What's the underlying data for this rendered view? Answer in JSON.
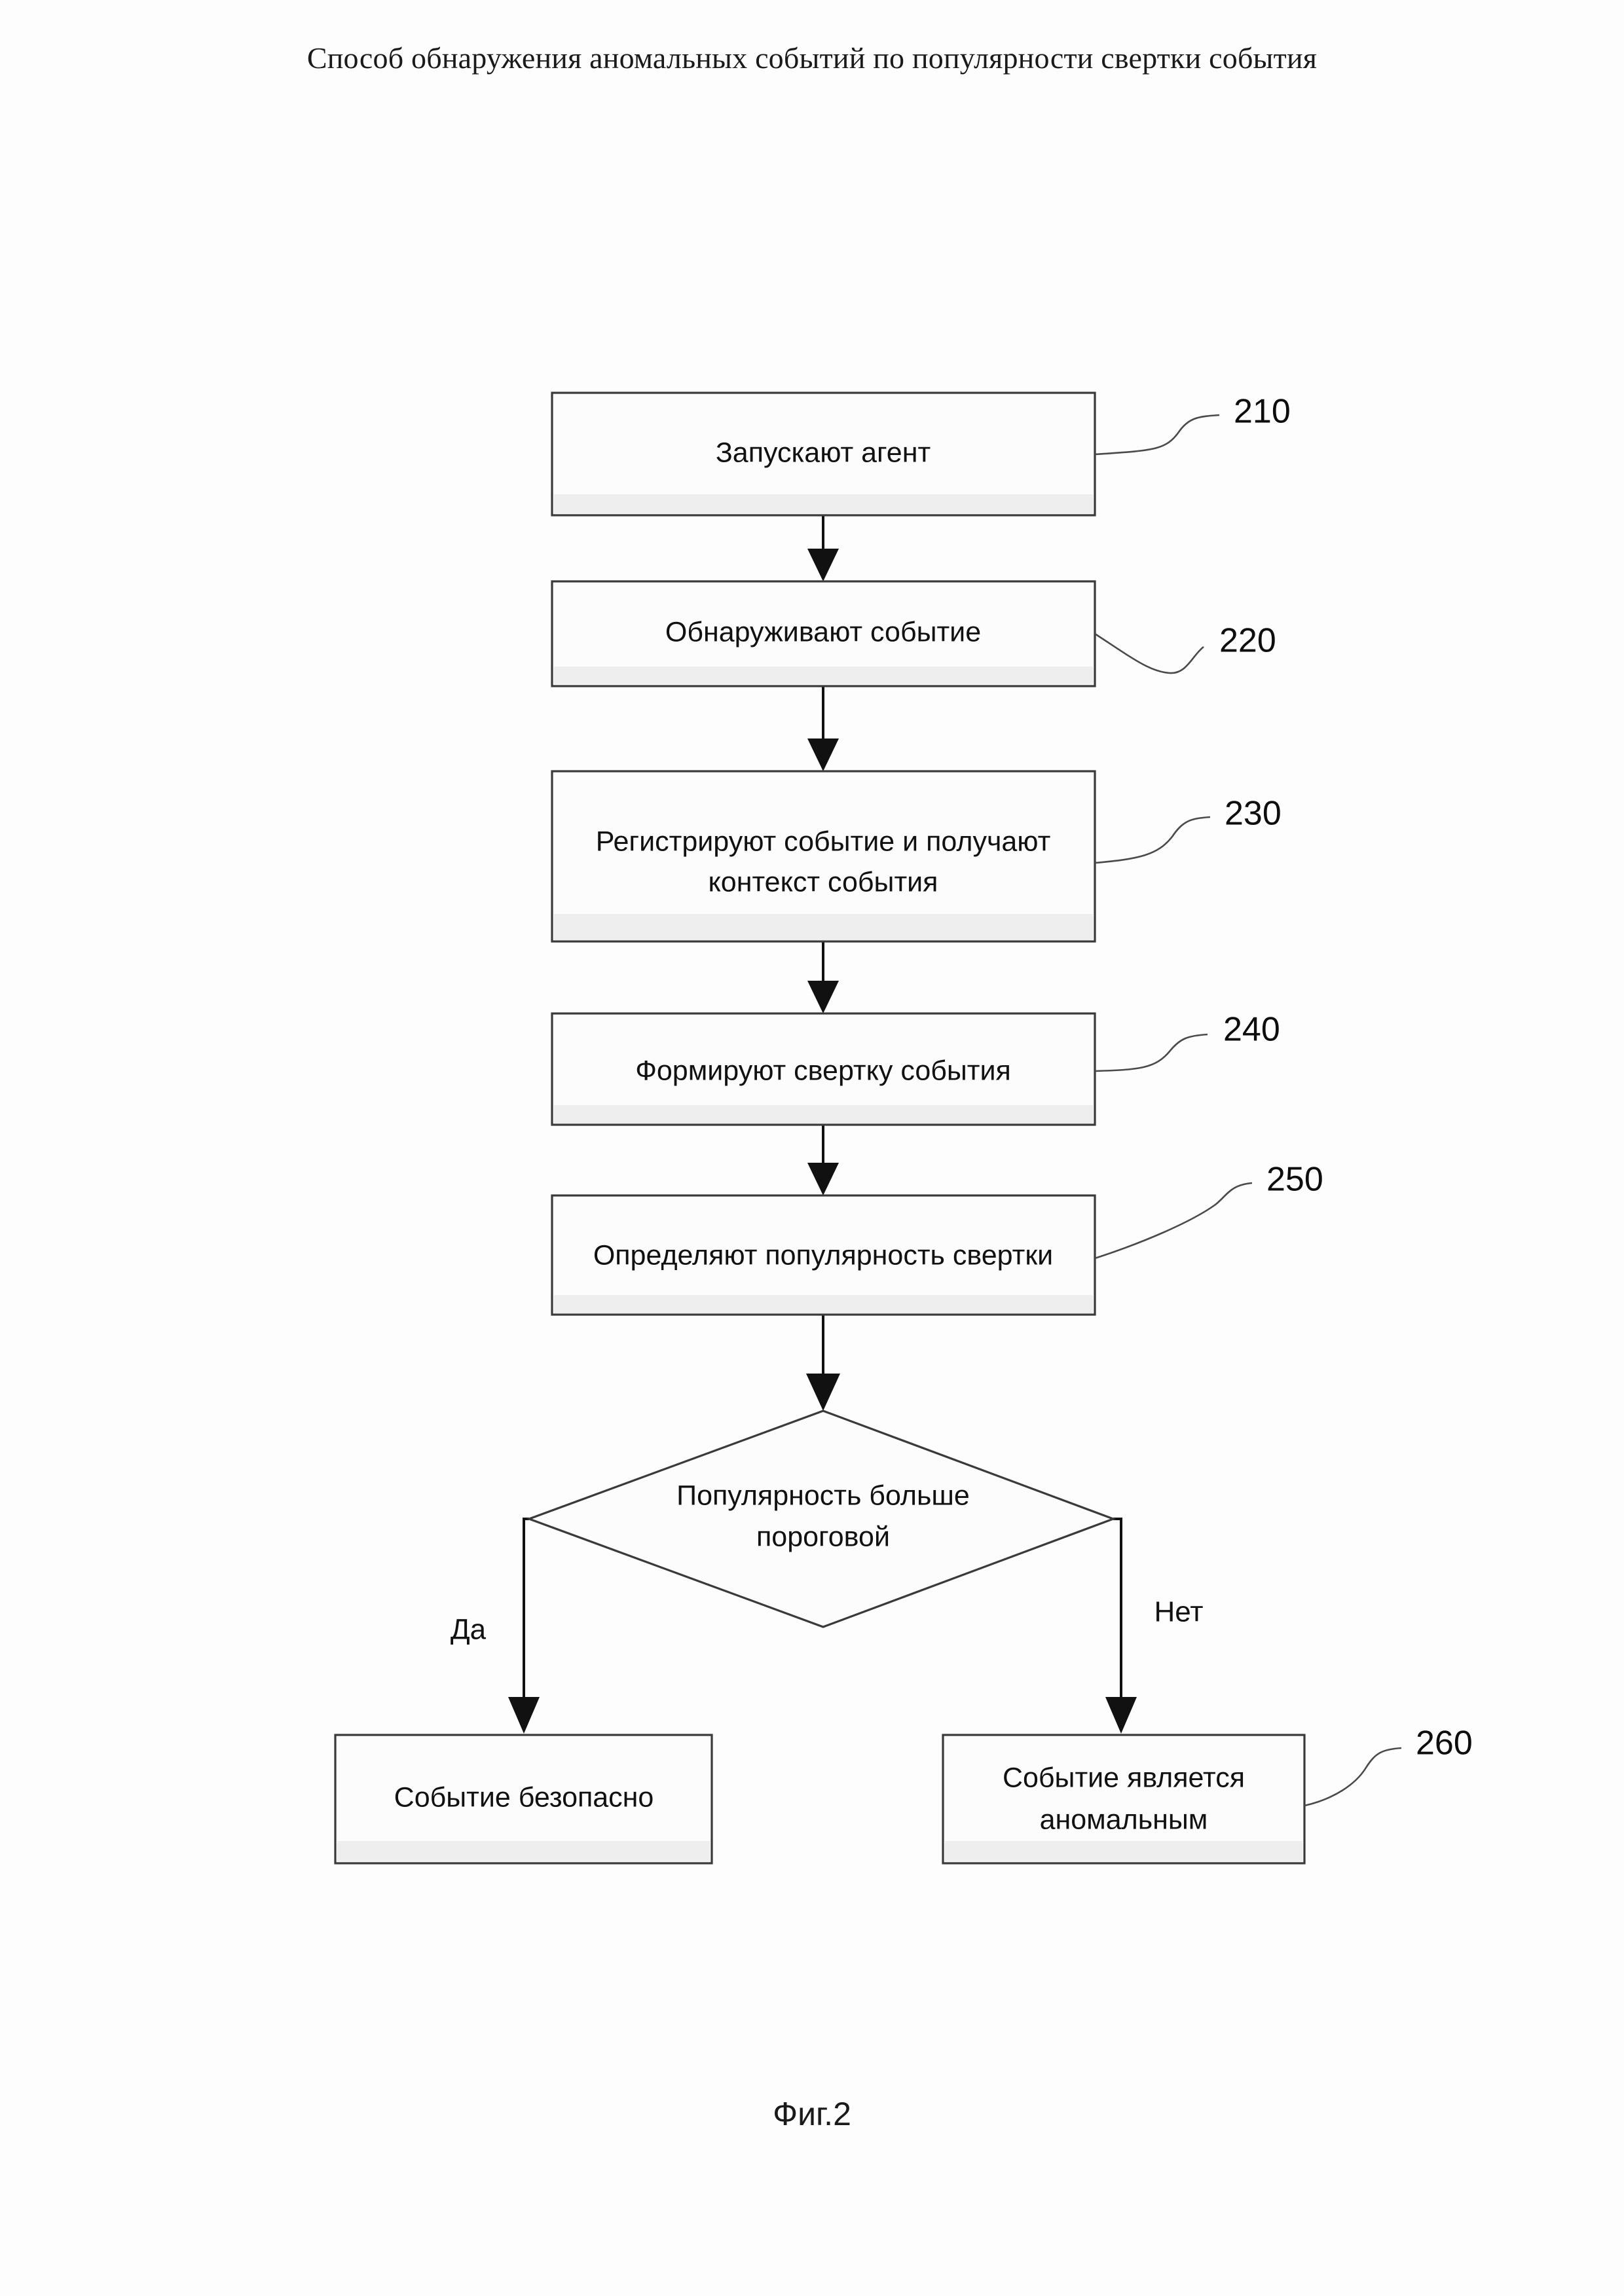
{
  "document": {
    "header_title": "Способ обнаружения аномальных событий по популярности свертки события",
    "figure_caption": "Фиг.2"
  },
  "flowchart": {
    "type": "process-flow-diagram",
    "nodes": [
      {
        "id": "step-210",
        "shape": "rectangle",
        "ref": "210",
        "lines": [
          "Запускают агент"
        ]
      },
      {
        "id": "step-220",
        "shape": "rectangle",
        "ref": "220",
        "lines": [
          "Обнаруживают событие"
        ]
      },
      {
        "id": "step-230",
        "shape": "rectangle",
        "ref": "230",
        "lines": [
          "Регистрируют событие и получают",
          "контекст события"
        ]
      },
      {
        "id": "step-240",
        "shape": "rectangle",
        "ref": "240",
        "lines": [
          "Формируют свертку события"
        ]
      },
      {
        "id": "step-250",
        "shape": "rectangle",
        "ref": "250",
        "lines": [
          "Определяют популярность свертки"
        ]
      },
      {
        "id": "decision",
        "shape": "diamond",
        "ref": "",
        "lines": [
          "Популярность больше",
          "пороговой"
        ]
      },
      {
        "id": "result-safe",
        "shape": "rectangle",
        "ref": "",
        "lines": [
          "Событие безопасно"
        ]
      },
      {
        "id": "result-anomalous",
        "shape": "rectangle",
        "ref": "260",
        "lines": [
          "Событие является",
          "аномальным"
        ]
      }
    ],
    "branch_labels": {
      "yes": "Да",
      "no": "Нет"
    },
    "colors": {
      "stroke": "#3a3a3a",
      "connector": "#111111",
      "box_fill": "#fcfcfc",
      "text": "#111111",
      "page_background": "#fdfdfd"
    }
  }
}
